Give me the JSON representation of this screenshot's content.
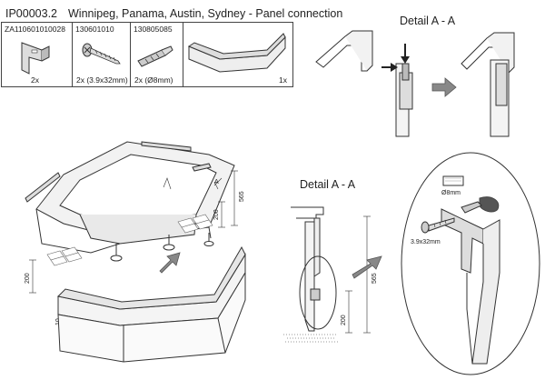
{
  "header": {
    "code": "IP00003.2",
    "title": "Winnipeg, Panama, Austin, Sydney - Panel connection"
  },
  "parts": [
    {
      "number": "ZA110601010028",
      "qty": "2x",
      "icon": "bracket-clip-icon"
    },
    {
      "number": "130601010",
      "qty": "2x (3.9x32mm)",
      "icon": "screw-icon"
    },
    {
      "number": "130805085",
      "qty": "2x (Ø8mm)",
      "icon": "wall-plug-icon"
    },
    {
      "number": "",
      "qty": "1x",
      "icon": "front-panel-icon"
    }
  ],
  "details": {
    "top_right": "Detail A - A",
    "bottom_middle": "Detail A - A"
  },
  "dimensions": {
    "bath_height": "565",
    "bracket_height": "200",
    "foot_height": "200",
    "panel_gap": "10",
    "detail_height": "565",
    "detail_bracket": "200",
    "screw_label": "3.9x32mm",
    "plug_label": "Ø8mm",
    "section_mark": "A"
  }
}
